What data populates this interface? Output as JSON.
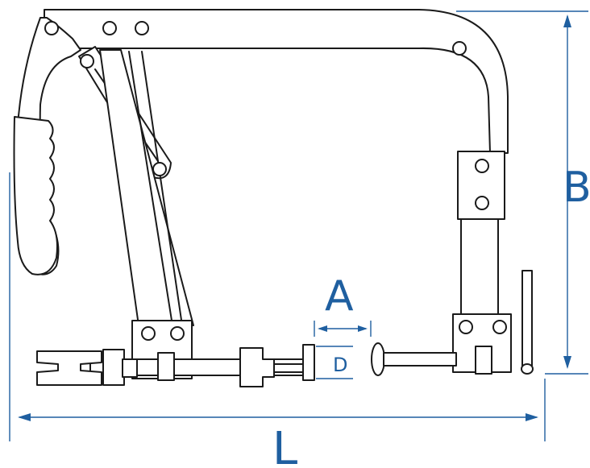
{
  "labels": {
    "A": "A",
    "B": "B",
    "D": "D",
    "L": "L"
  },
  "colors": {
    "dimension": "#1f5fa0",
    "outline": "#1a1a1a",
    "background": "#ffffff"
  }
}
